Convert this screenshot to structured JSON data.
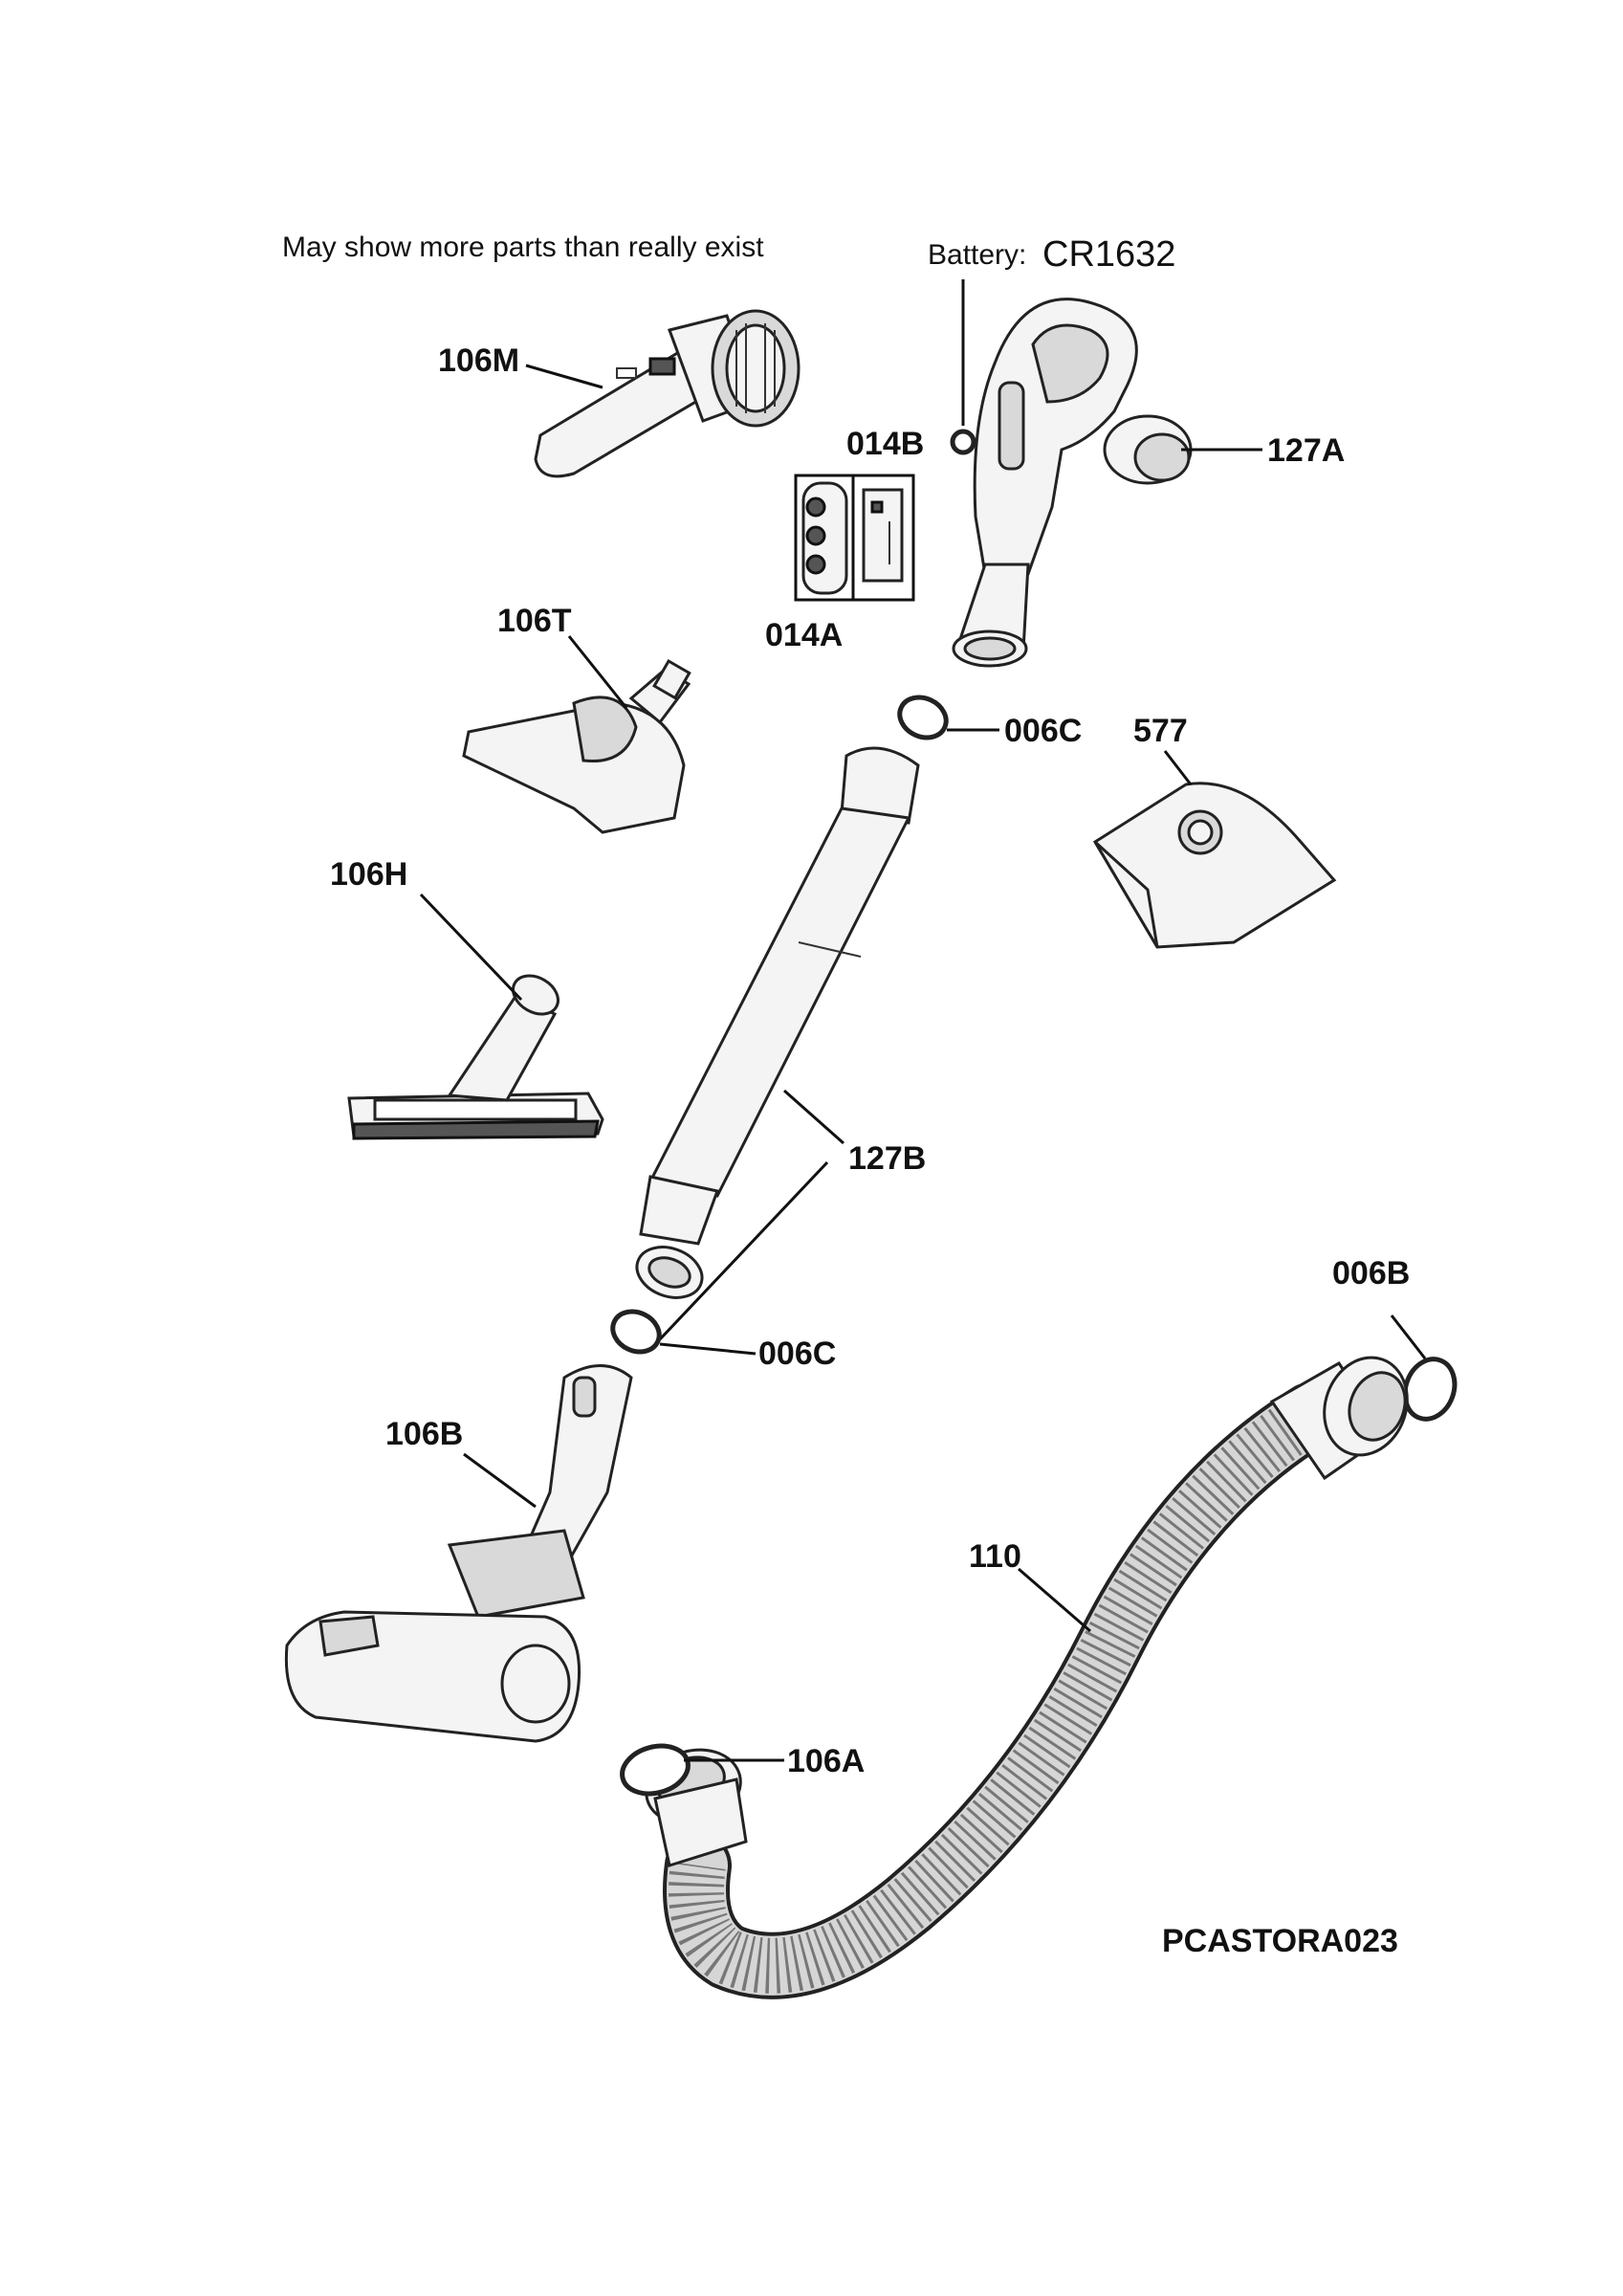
{
  "note": "May show more parts than really exist",
  "battery": {
    "label": "Battery:",
    "value": "CR1632"
  },
  "diagram_code": "PCASTORA023",
  "parts": {
    "p106M": "106M",
    "p014B": "014B",
    "p127A": "127A",
    "p014A": "014A",
    "p106T": "106T",
    "p006C_top": "006C",
    "p577": "577",
    "p106H": "106H",
    "p127B": "127B",
    "p006C_bottom": "006C",
    "p006B": "006B",
    "p106B": "106B",
    "p110": "110",
    "p106A": "106A"
  }
}
